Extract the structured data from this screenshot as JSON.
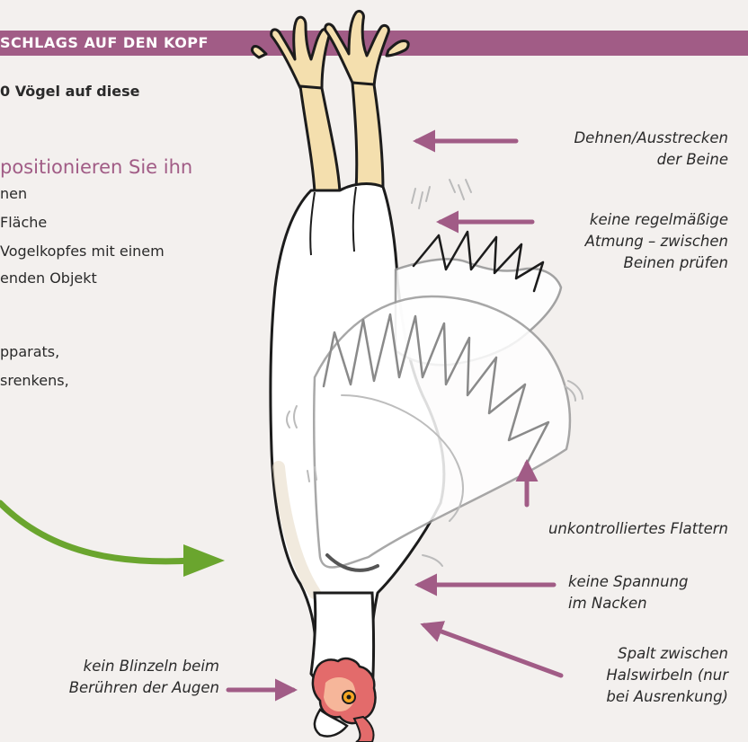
{
  "banner": {
    "title": "SCHLAGS AUF DEN KOPF",
    "color": "#a15c86"
  },
  "intro": {
    "text": "0 Vögel auf diese"
  },
  "heading": {
    "text": "positionieren Sie ihn",
    "color": "#a15c86"
  },
  "steps": [
    {
      "text": "nen"
    },
    {
      "text": "Fläche"
    },
    {
      "text": "Vogelkopfes mit einem"
    },
    {
      "text": "enden Objekt"
    },
    {
      "text": "pparats,"
    },
    {
      "text": "srenkens,"
    }
  ],
  "labels": {
    "legs": [
      "Dehnen/Ausstrecken",
      "der Beine"
    ],
    "breathing": [
      "keine regelmäßige",
      "Atmung – zwischen",
      "Beinen prüfen"
    ],
    "flapping": [
      "unkontrolliertes Flattern"
    ],
    "neck": [
      "keine Spannung",
      "im Nacken"
    ],
    "gap": [
      "Spalt zwischen",
      "Halswirbeln (nur",
      "bei Ausrenkung)"
    ],
    "blink": [
      "kein Blinzeln beim",
      "Berühren der Augen"
    ]
  },
  "colors": {
    "accent": "#a15c86",
    "arrow_green": "#6aa52e",
    "text": "#2a2a2a",
    "background": "#f3f0ee",
    "leg": "#f4dfae",
    "comb": "#e36b6b"
  }
}
